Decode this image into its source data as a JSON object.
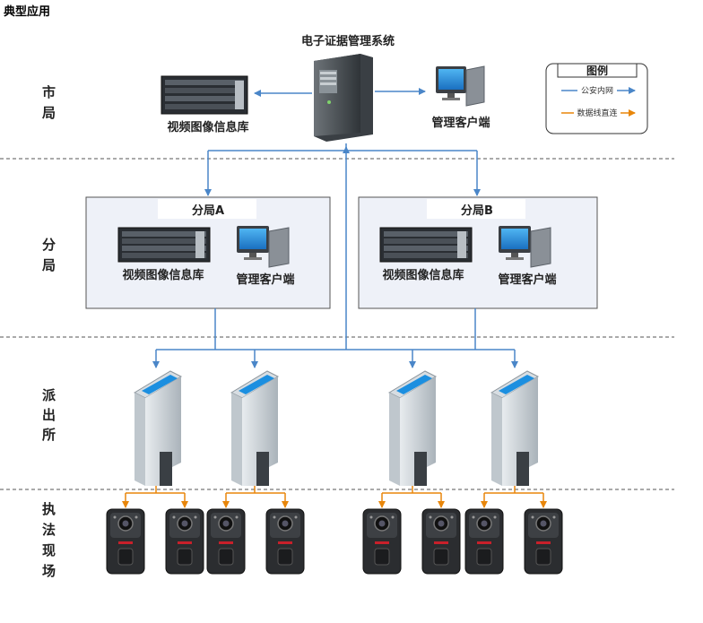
{
  "page_title": "典型应用",
  "system_title": "电子证据管理系统",
  "legend": {
    "title": "图例",
    "items": [
      {
        "label": "公安内网",
        "color": "#4a86c8"
      },
      {
        "label": "数据线直连",
        "color": "#e8860a"
      }
    ]
  },
  "tiers": {
    "city": [
      "市",
      "局"
    ],
    "branch": [
      "分",
      "局"
    ],
    "station": [
      "派",
      "出",
      "所"
    ],
    "field": [
      "执",
      "法",
      "现",
      "场"
    ]
  },
  "city": {
    "database_label": "视频图像信息库",
    "client_label": "管理客户端"
  },
  "branches": [
    {
      "name": "分局A",
      "database_label": "视频图像信息库",
      "client_label": "管理客户端"
    },
    {
      "name": "分局B",
      "database_label": "视频图像信息库",
      "client_label": "管理客户端"
    }
  ],
  "colors": {
    "network_line": "#4a86c8",
    "direct_line": "#e8860a",
    "branch_box_fill": "#eef1f8",
    "divider": "#555555"
  }
}
